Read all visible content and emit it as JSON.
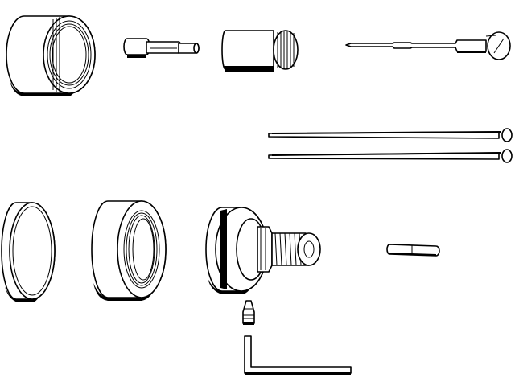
{
  "diagram": {
    "background": "#ffffff",
    "line_color": "#000000",
    "parts": [
      {
        "id": "extension-sleeve-grooved",
        "icon": "grooved-sleeve-icon"
      },
      {
        "id": "stepped-spindle-extension",
        "icon": "spindle-extension-icon"
      },
      {
        "id": "splined-adapter",
        "icon": "splined-adapter-icon"
      },
      {
        "id": "long-stem-rod",
        "icon": "stem-rod-icon"
      },
      {
        "id": "long-screw-upper",
        "icon": "long-screw-icon"
      },
      {
        "id": "long-screw-lower",
        "icon": "long-screw-icon"
      },
      {
        "id": "thin-ring",
        "icon": "ring-icon"
      },
      {
        "id": "threaded-collar",
        "icon": "threaded-collar-icon"
      },
      {
        "id": "cartridge-body",
        "icon": "cartridge-icon"
      },
      {
        "id": "small-pin",
        "icon": "pin-icon"
      },
      {
        "id": "set-screw",
        "icon": "set-screw-icon"
      },
      {
        "id": "hex-key",
        "icon": "hex-key-icon"
      }
    ]
  }
}
